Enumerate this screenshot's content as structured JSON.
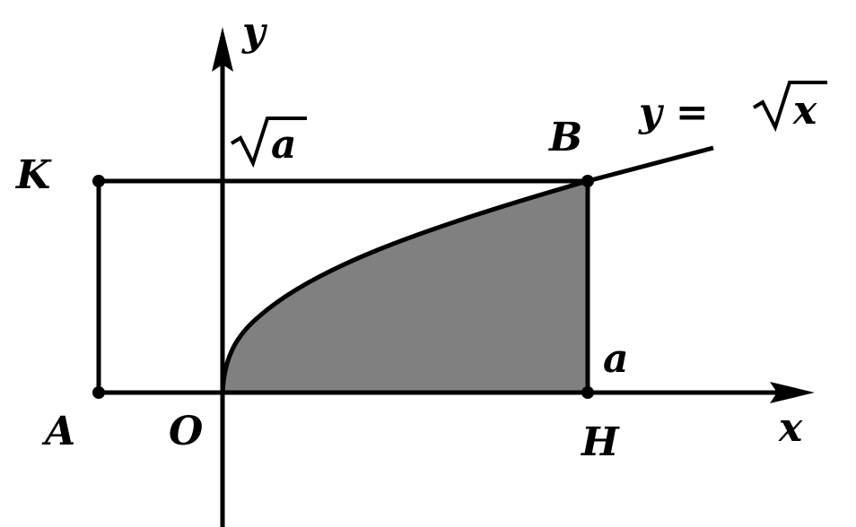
{
  "labels": {
    "y_axis": "y",
    "x_axis": "x",
    "curve_eq_lhs": "y = ",
    "curve_eq_rad": "x",
    "sqrt_a_rad": "a",
    "point_K": "K",
    "point_B": "B",
    "point_A": "A",
    "point_O": "O",
    "point_H": "H",
    "tick_a": "a"
  },
  "colors": {
    "stroke": "#000000",
    "shaded_region": "#808080",
    "background": "#ffffff"
  }
}
